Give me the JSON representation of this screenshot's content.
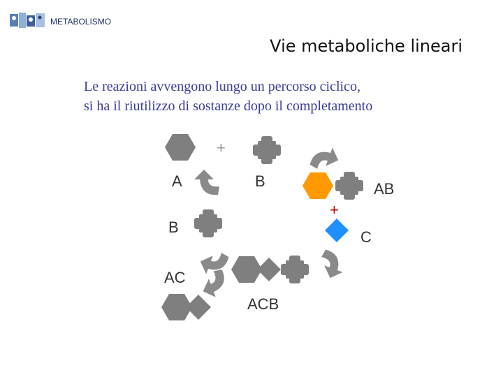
{
  "header": {
    "section": "METABOLISMO"
  },
  "slide": {
    "title": "Vie metaboliche lineari",
    "intro_lines": [
      "Le reazioni avvengono lungo un percorso ciclico,",
      "si ha il riutilizzo di sostanze dopo il completamento"
    ]
  },
  "diagram": {
    "labels": {
      "a": "A",
      "b_top": "B",
      "ab": "AB",
      "c": "C",
      "b_left": "B",
      "ac": "AC",
      "acb": "ACB"
    },
    "plus_top": "+",
    "plus_right": "+",
    "colors": {
      "shape_gray": "#7f7f7f",
      "arrow_gray": "#8a8a8a",
      "orange": "#ff9900",
      "blue": "#1e90ff",
      "plus_red": "#cc0000",
      "text_blue": "#3b3b9a"
    }
  }
}
